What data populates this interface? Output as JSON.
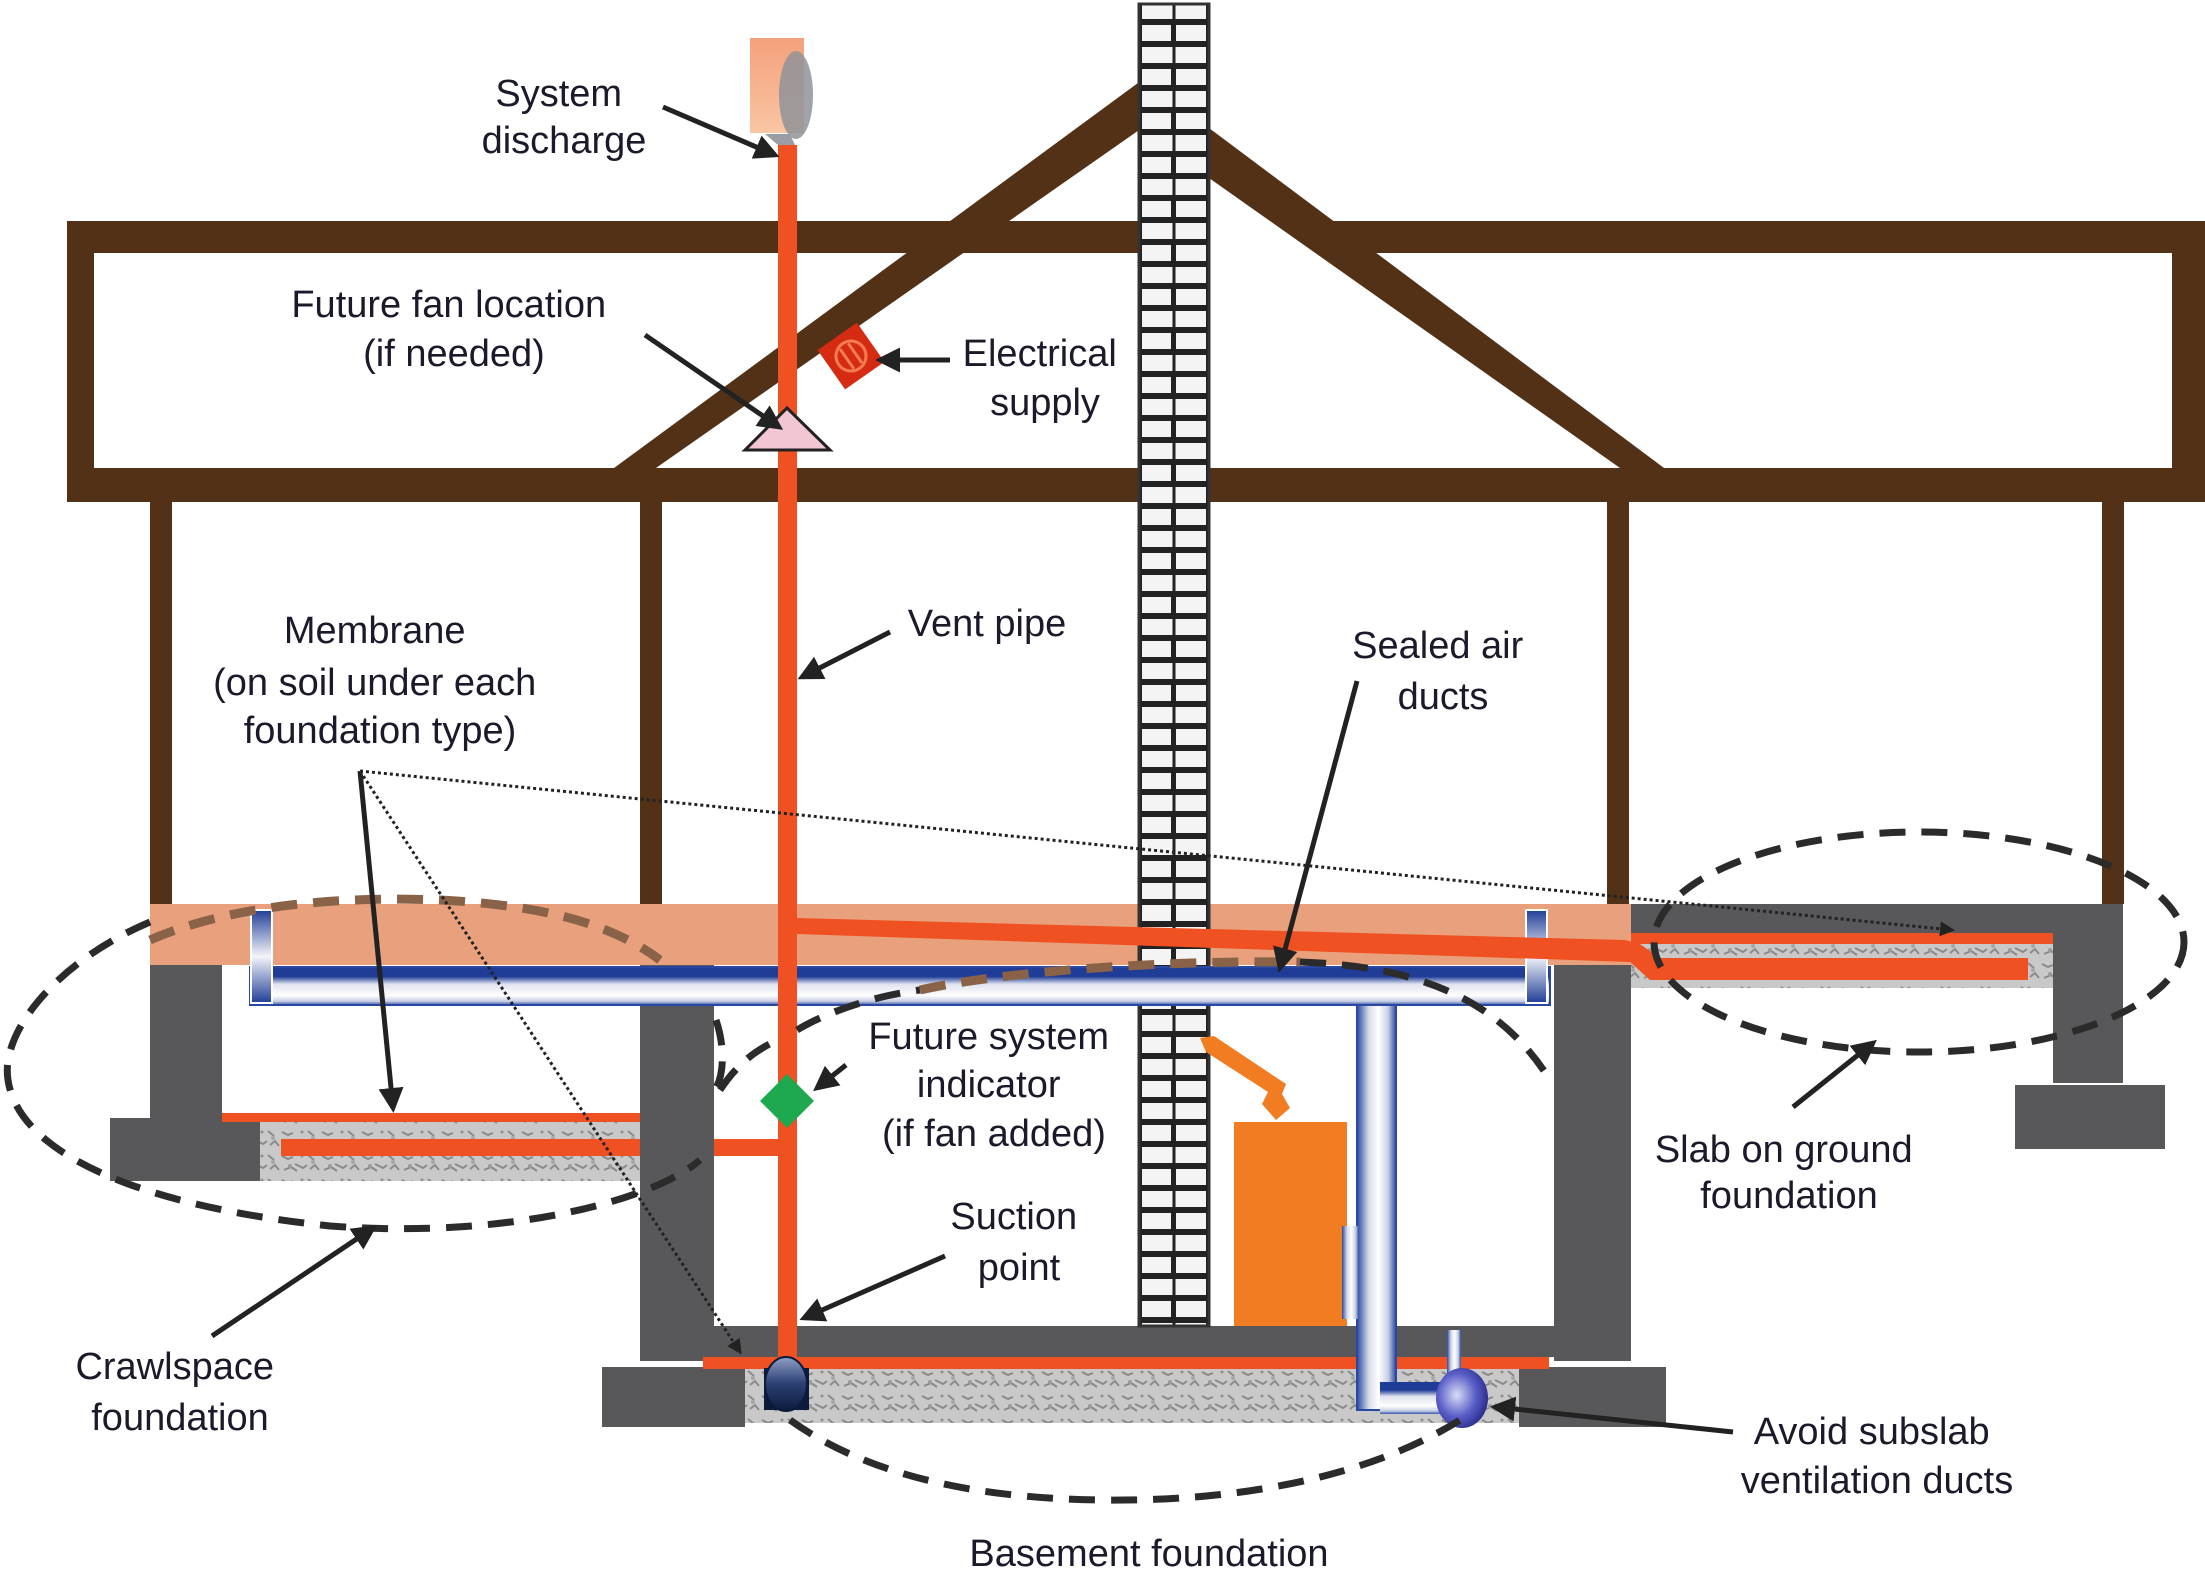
{
  "figure": {
    "subject": "Radon-resistant new construction features across three foundation types",
    "colors": {
      "frame": "#533117",
      "vent_pipe": "#ef5123",
      "floor_band": "#e8a17c",
      "concrete": "#58585a",
      "duct_blue": "#2a4aa0",
      "furnace": "#f27c22",
      "indicator_green": "#1ea84f",
      "electrical_red": "#d52b12",
      "fan_pink": "#f2c7d3"
    }
  },
  "labels": {
    "system_discharge": [
      "System",
      "discharge"
    ],
    "future_fan": [
      "Future fan location",
      "(if needed)"
    ],
    "electrical": [
      "Electrical",
      "supply"
    ],
    "vent_pipe": [
      "Vent pipe"
    ],
    "membrane": [
      "Membrane",
      "(on soil under each",
      "foundation type)"
    ],
    "sealed_ducts": [
      "Sealed air",
      "ducts"
    ],
    "future_indicator": [
      "Future system",
      "indicator",
      "(if fan added)"
    ],
    "suction_point": [
      "Suction",
      "point"
    ],
    "slab_on_ground": [
      "Slab on ground",
      "foundation"
    ],
    "crawlspace": [
      "Crawlspace",
      "foundation"
    ],
    "avoid_subslab": [
      "Avoid subslab",
      "ventilation ducts"
    ],
    "basement": [
      "Basement foundation"
    ]
  },
  "icons": {
    "system_discharge": "exhaust-cap-icon",
    "future_fan": "fan-triangle-icon",
    "electrical": "electrical-outlet-icon",
    "future_indicator": "diamond-indicator-icon",
    "suction_point": "suction-pit-icon",
    "subslab_duct": "duct-elbow-ball-icon"
  }
}
